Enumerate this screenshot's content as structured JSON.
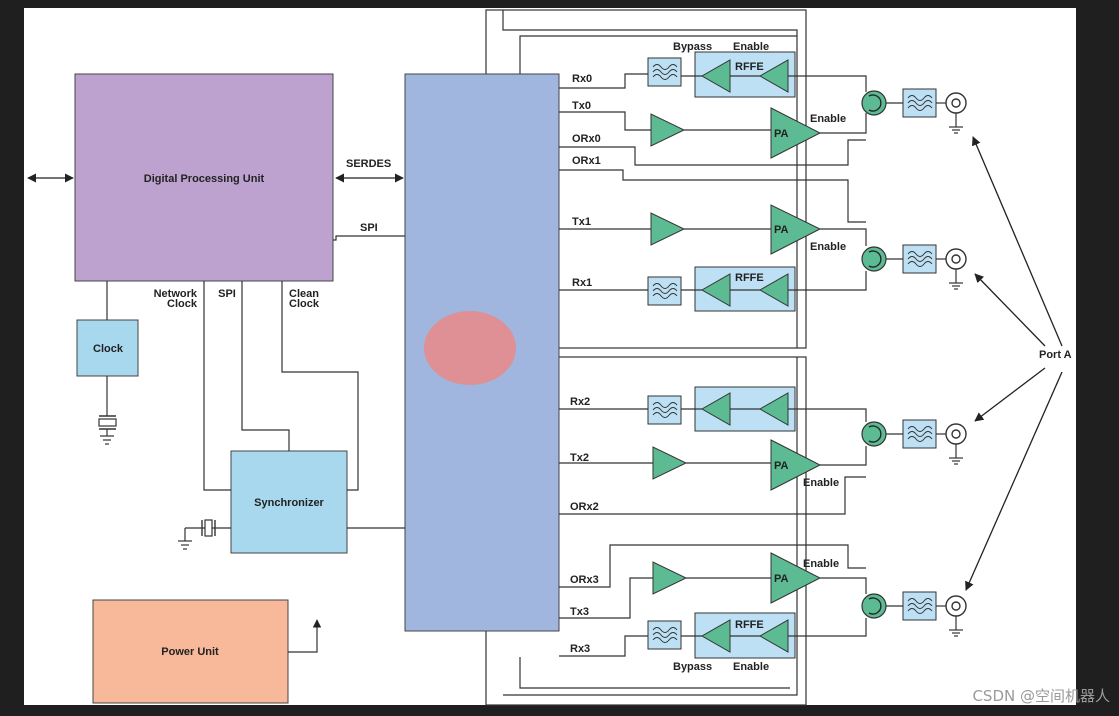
{
  "blocks": {
    "dpu": "Digital Processing Unit",
    "clock": "Clock",
    "synchronizer": "Synchronizer",
    "power": "Power Unit"
  },
  "labels": {
    "serdes": "SERDES",
    "spi": "SPI",
    "spi2": "SPI",
    "network_clock_1": "Network",
    "network_clock_2": "Clock",
    "clean_clock_1": "Clean",
    "clean_clock_2": "Clock",
    "port_a": "Port A"
  },
  "signals": {
    "rx0": "Rx0",
    "tx0": "Tx0",
    "orx0": "ORx0",
    "orx1": "ORx1",
    "tx1": "Tx1",
    "rx1": "Rx1",
    "rx2": "Rx2",
    "tx2": "Tx2",
    "orx2": "ORx2",
    "orx3": "ORx3",
    "tx3": "Tx3",
    "rx3": "Rx3"
  },
  "rffe": {
    "label": "RFFE",
    "bypass": "Bypass",
    "enable": "Enable"
  },
  "pa": {
    "label": "PA",
    "enable": "Enable"
  },
  "watermark": "CSDN @空间机器人",
  "colors": {
    "dpu": "#bda2cf",
    "clock": "#a8d8ee",
    "sync": "#a8d8ee",
    "power": "#f8b89a",
    "transceiver": "#a1b6de",
    "rffe": "#bde0f4",
    "amp": "#5dbb93",
    "blob": "#e48c8c"
  }
}
